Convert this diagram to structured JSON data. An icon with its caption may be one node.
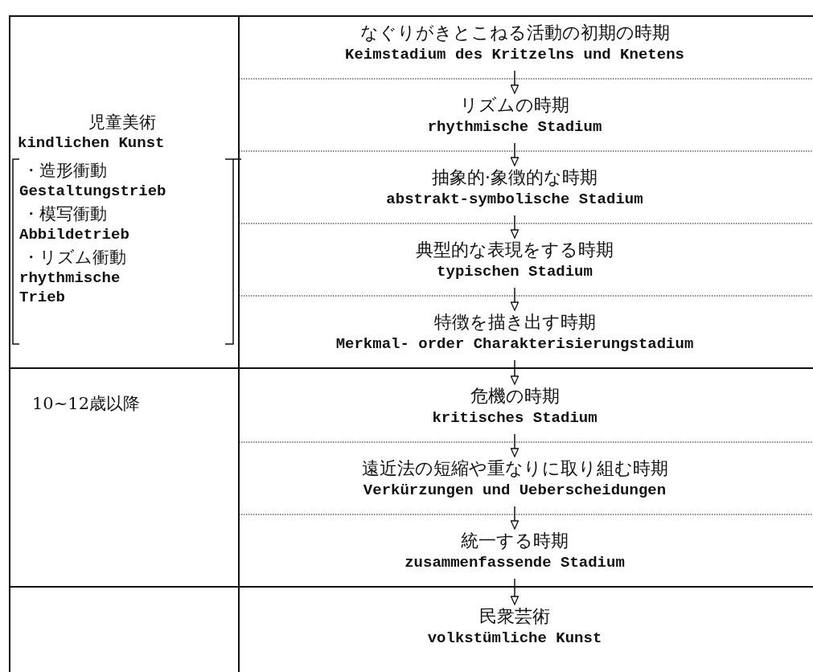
{
  "diagram": {
    "nodes": [
      {
        "text": [
          "なぐりがきとこねる活動の初期の時期",
          "Keimstadium des Kritzelns und Knetens"
        ]
      },
      {
        "text": [
          "リズムの時期",
          "rhythmische Stadium"
        ]
      },
      {
        "text": [
          "抽象的·象徴的な時期",
          "abstrakt-symbolische Stadium"
        ]
      },
      {
        "text": [
          "典型的な表現をする時期",
          "typischen Stadium"
        ]
      },
      {
        "text": [
          "特徴を描き出す時期",
          "Merkmal- order Charakterisierungstadium"
        ]
      },
      {
        "text": [
          "危機の時期",
          "kritisches Stadium"
        ]
      },
      {
        "text": [
          "遠近法の短縮や重なりに取り組む時期",
          "Verkürzungen und Ueberscheidungen"
        ]
      },
      {
        "text": [
          "統一する時期",
          "zusammenfassende Stadium"
        ]
      },
      {
        "text": [
          "民衆芸術",
          "volkstümliche Kunst"
        ]
      }
    ],
    "edges": [
      {
        "from": 0,
        "to": 1,
        "arrow": "to"
      },
      {
        "from": 1,
        "to": 2,
        "arrow": "to"
      },
      {
        "from": 2,
        "to": 3,
        "arrow": "to"
      },
      {
        "from": 3,
        "to": 4,
        "arrow": "to"
      },
      {
        "from": 4,
        "to": 5,
        "arrow": "to"
      },
      {
        "from": 5,
        "to": 6,
        "arrow": "to"
      },
      {
        "from": 6,
        "to": 7,
        "arrow": "to"
      },
      {
        "from": 7,
        "to": 8,
        "arrow": "to"
      }
    ],
    "labels": [
      "児童美術",
      "kindlichen Kunst",
      "・造形衝動",
      "Gestaltungstrieb",
      "・模写衝動",
      "Abbildetrieb",
      "・リズム衝動",
      "rhythmische Trieb",
      "10~12歳以降"
    ]
  }
}
